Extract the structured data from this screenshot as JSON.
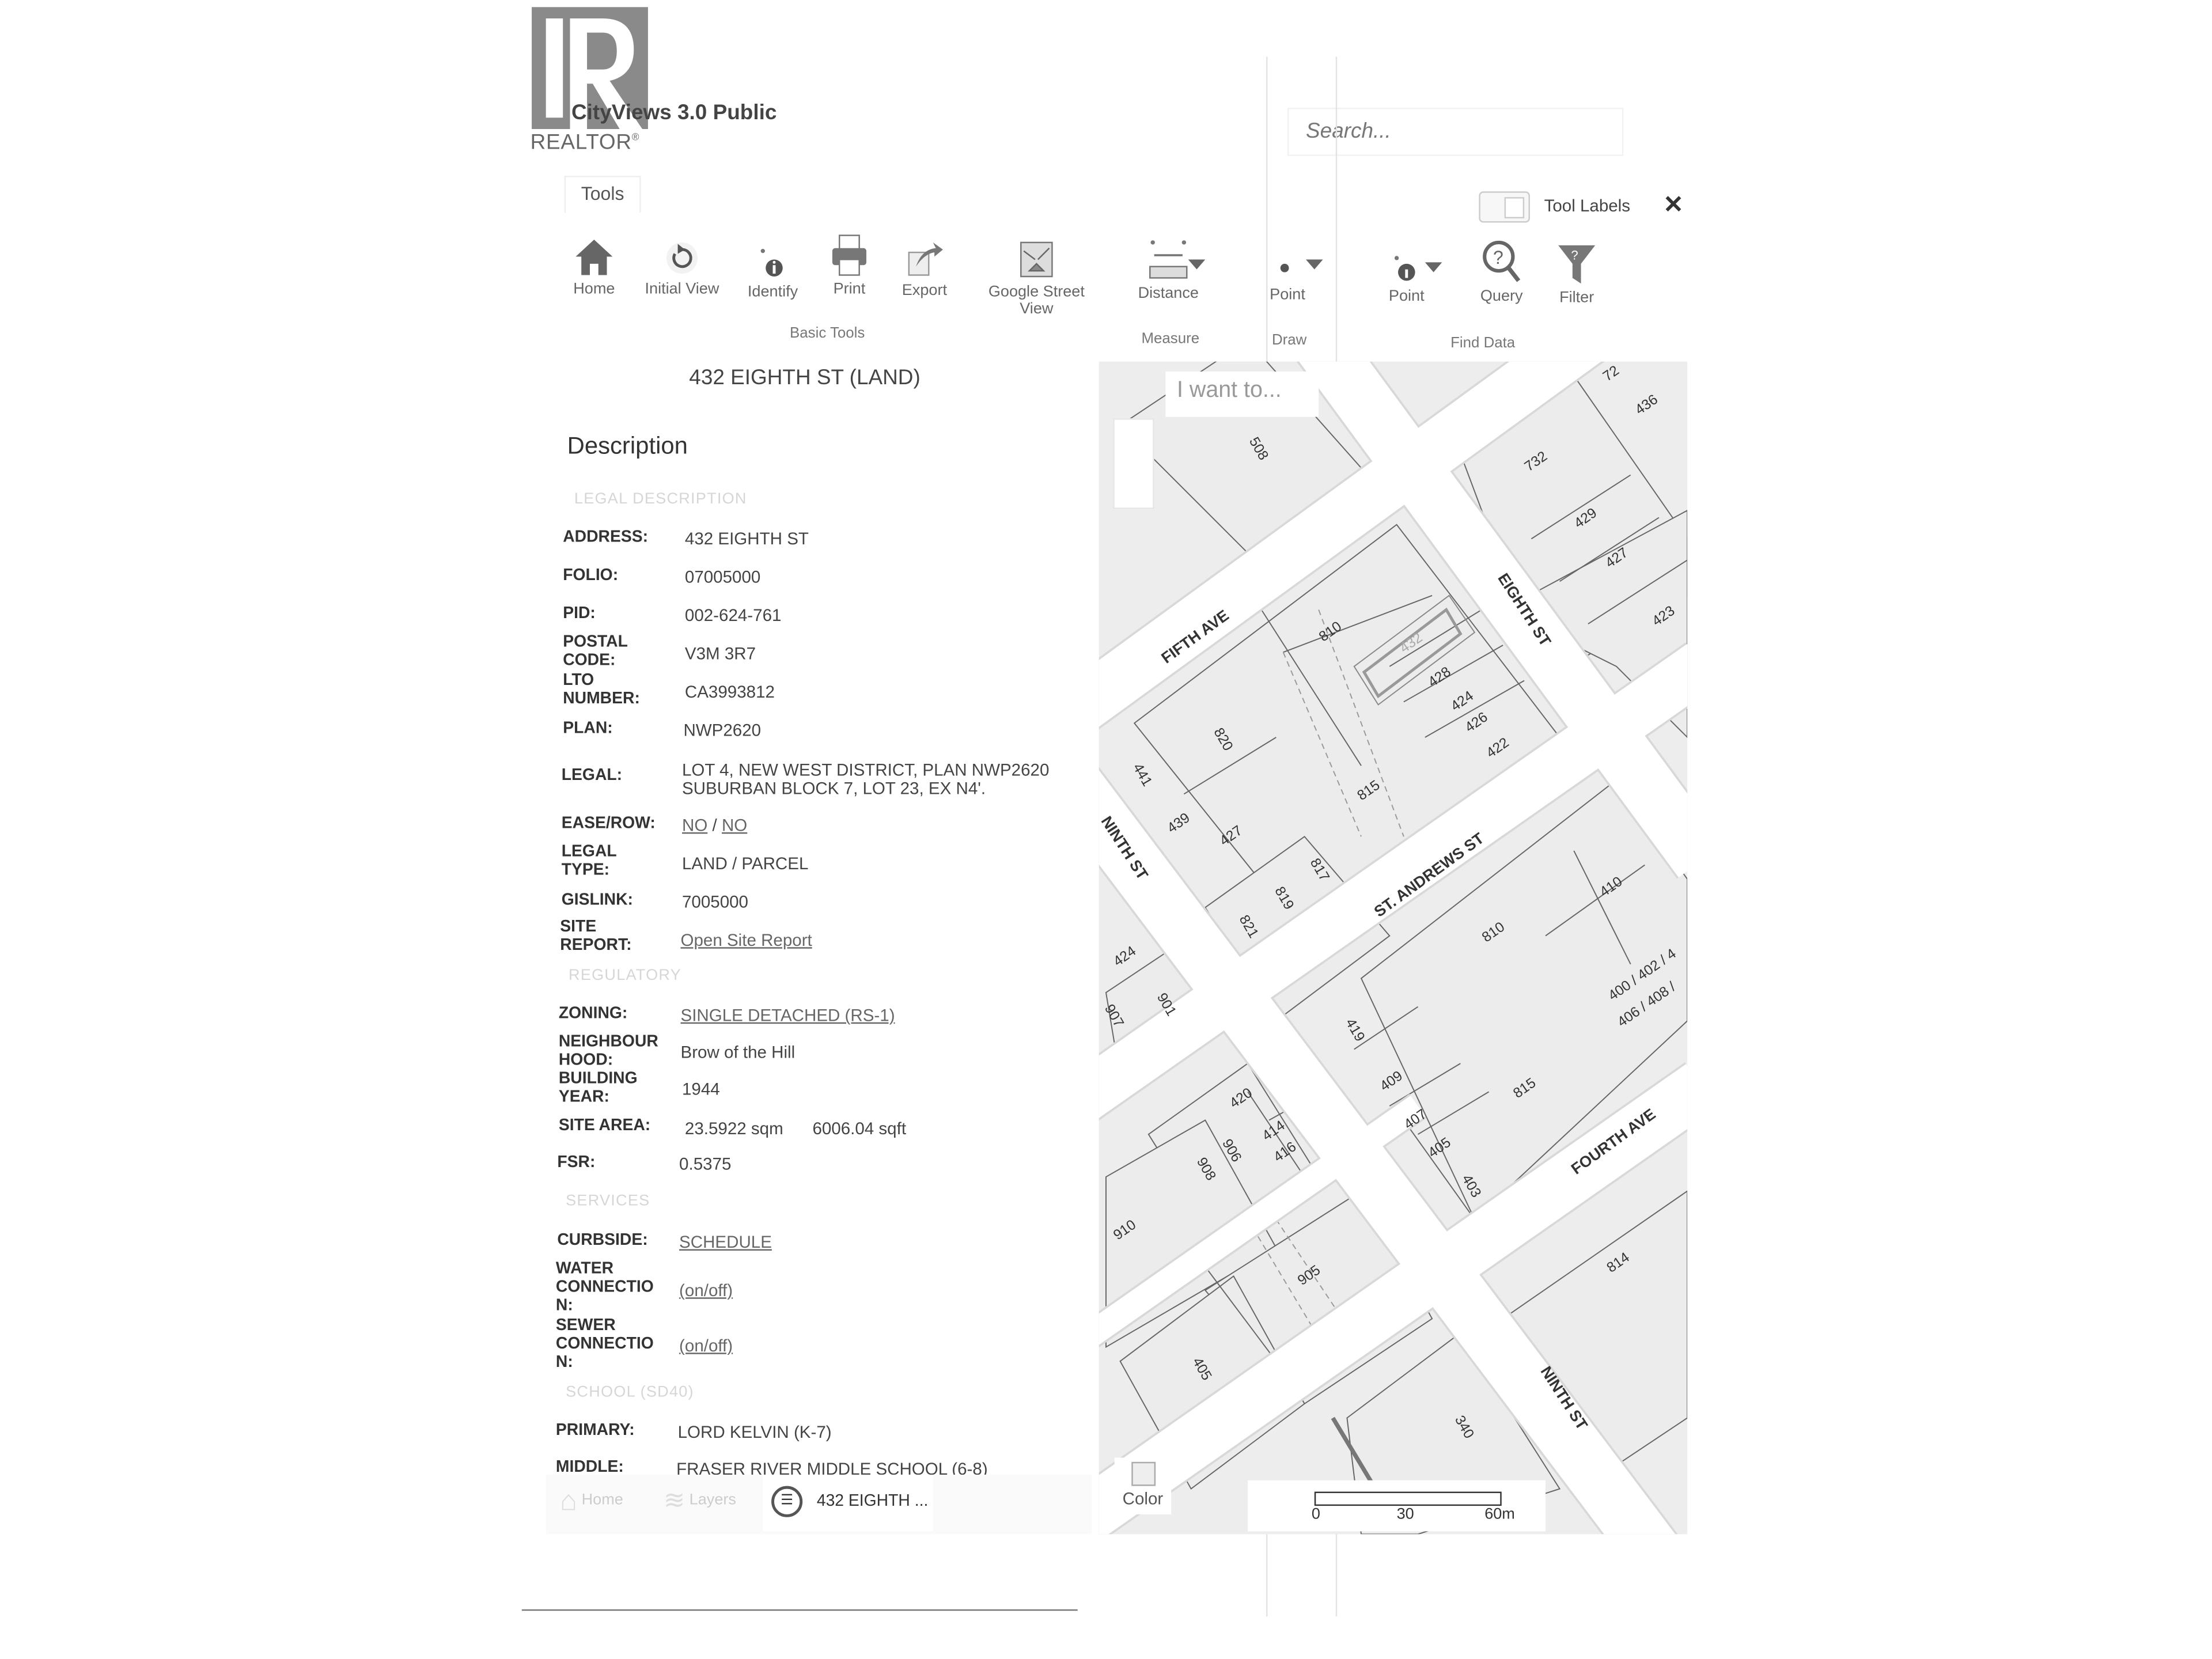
{
  "brand": {
    "logo_letter": "R",
    "realtor": "REALTOR",
    "registered": "®"
  },
  "app": {
    "title": "CityViews 3.0 Public",
    "search_placeholder": "Search..."
  },
  "tools_tab": "Tools",
  "tool_labels_toggle": {
    "label": "Tool Labels",
    "on": false
  },
  "close": "✕",
  "toolbar": {
    "tools": [
      {
        "label": "Home",
        "icon": "home-icon"
      },
      {
        "label": "Initial View",
        "icon": "refresh-icon"
      },
      {
        "label": "Identify",
        "icon": "identify-icon"
      },
      {
        "label": "Print",
        "icon": "printer-icon"
      },
      {
        "label": "Export",
        "icon": "export-icon"
      },
      {
        "label": "Google Street View",
        "icon": "street-view-icon"
      },
      {
        "label": "Distance",
        "icon": "ruler-icon"
      },
      {
        "label": "Point",
        "icon": "draw-point-icon"
      },
      {
        "label": "Point",
        "icon": "find-point-icon"
      },
      {
        "label": "Query",
        "icon": "query-icon"
      },
      {
        "label": "Filter",
        "icon": "filter-icon"
      }
    ],
    "groups": [
      "Basic Tools",
      "Measure",
      "Draw",
      "Find Data"
    ]
  },
  "property": {
    "title": "432 EIGHTH ST (LAND)",
    "heading": "Description",
    "sections": [
      "LEGAL DESCRIPTION",
      "REGULATORY",
      "SERVICES",
      "SCHOOL (SD40)"
    ],
    "rows": [
      {
        "label": "ADDRESS:",
        "value": "432 EIGHTH ST"
      },
      {
        "label": "FOLIO:",
        "value": "07005000"
      },
      {
        "label": "PID:",
        "value": "002-624-761"
      },
      {
        "label": "POSTAL\nCODE:",
        "value": "V3M 3R7"
      },
      {
        "label": "LTO\nNUMBER:",
        "value": "CA3993812"
      },
      {
        "label": "PLAN:",
        "value": "NWP2620"
      },
      {
        "label": "LEGAL:",
        "value": "LOT 4, NEW WEST DISTRICT, PLAN NWP2620",
        "value2": "SUBURBAN BLOCK 7, LOT 23, EX N4'."
      },
      {
        "label": "EASE/ROW:",
        "value": "NO",
        "value2": "NO"
      },
      {
        "label": "LEGAL\nTYPE:",
        "value": "LAND / PARCEL"
      },
      {
        "label": "GISLINK:",
        "value": "7005000"
      },
      {
        "label": "SITE\nREPORT:",
        "value": "Open Site Report"
      },
      {
        "label": "ZONING:",
        "value": "SINGLE DETACHED (RS-1)"
      },
      {
        "label": "NEIGHBOUR\nHOOD:",
        "value": "Brow of the Hill"
      },
      {
        "label": "BUILDING\nYEAR:",
        "value": "1944"
      },
      {
        "label": "SITE AREA:",
        "value": "23.5922 sqm",
        "value2": "6006.04 sqft"
      },
      {
        "label": "FSR:",
        "value": "0.5375"
      },
      {
        "label": "CURBSIDE:",
        "value": "SCHEDULE"
      },
      {
        "label": "WATER\nCONNECTIO\nN:",
        "value": "(on/off)"
      },
      {
        "label": "SEWER\nCONNECTIO\nN:",
        "value": "(on/off)"
      },
      {
        "label": "PRIMARY:",
        "value": "LORD KELVIN (K-7)"
      },
      {
        "label": "MIDDLE:",
        "value": "FRASER RIVER MIDDLE SCHOOL (6-8)"
      }
    ],
    "ease_separator": "/"
  },
  "bottom_nav": [
    {
      "label": "Home",
      "icon": "home-icon"
    },
    {
      "label": "Layers",
      "icon": "layers-icon"
    },
    {
      "label": "432 EIGHTH ...",
      "icon": "results-search-icon"
    }
  ],
  "map": {
    "i_want_to": "I want to...",
    "color_button": "Color",
    "scale": [
      "0",
      "30",
      "60m"
    ],
    "streets": [
      "FIFTH AVE",
      "EIGHTH ST",
      "ST. ANDREWS ST",
      "NINTH ST",
      "FOURTH AVE",
      "NINTH ST"
    ],
    "parcels": [
      "508",
      "732",
      "436",
      "72",
      "429",
      "427",
      "423",
      "810",
      "432",
      "428",
      "424",
      "426",
      "422",
      "820",
      "815",
      "441",
      "439",
      "427",
      "817",
      "819",
      "821",
      "810",
      "410",
      "400 / 402 / 4",
      "406 / 408 /",
      "424",
      "901",
      "907",
      "419",
      "409",
      "815",
      "407",
      "405",
      "403",
      "420",
      "414",
      "416",
      "906",
      "908",
      "910",
      "905",
      "405",
      "814",
      "340"
    ],
    "selected_parcel": "432"
  }
}
